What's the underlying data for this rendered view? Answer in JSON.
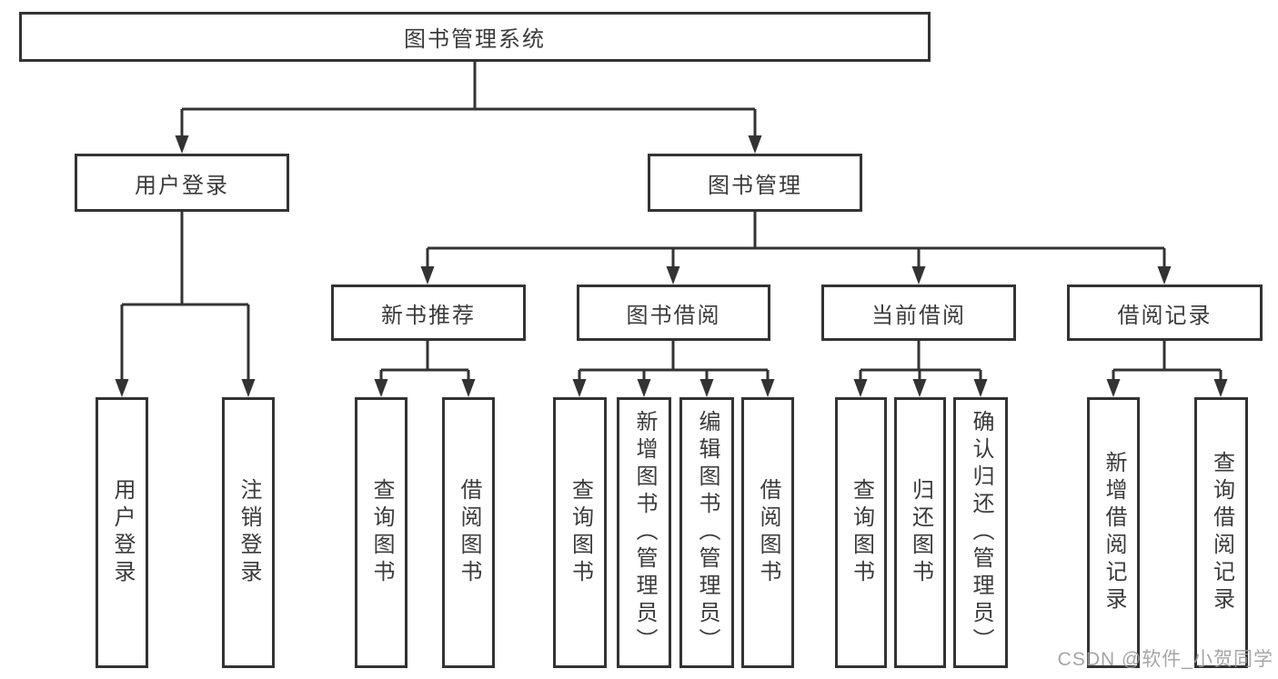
{
  "diagram": {
    "root": {
      "label": "图书管理系统"
    },
    "level2": {
      "user_login": {
        "label": "用户登录"
      },
      "book_management": {
        "label": "图书管理"
      }
    },
    "level3": {
      "new_book_recommendation": {
        "label": "新书推荐"
      },
      "book_borrowing": {
        "label": "图书借阅"
      },
      "current_borrowing": {
        "label": "当前借阅"
      },
      "borrowing_records": {
        "label": "借阅记录"
      }
    },
    "leaves": {
      "user_login": {
        "label": "用户登录"
      },
      "logout": {
        "label": "注销登录"
      },
      "recommend_query_books": {
        "label": "查询图书"
      },
      "recommend_borrow_books": {
        "label": "借阅图书"
      },
      "borrow_query_books": {
        "label": "查询图书"
      },
      "borrow_add_books_admin": {
        "label": "新增图书（管理员）"
      },
      "borrow_edit_books_admin": {
        "label": "编辑图书（管理员）"
      },
      "borrow_borrow_books": {
        "label": "借阅图书"
      },
      "current_query_books": {
        "label": "查询图书"
      },
      "current_return_books": {
        "label": "归还图书"
      },
      "current_confirm_return_admin": {
        "label": "确认归还（管理员）"
      },
      "records_add_record": {
        "label": "新增借阅记录"
      },
      "records_query_record": {
        "label": "查询借阅记录"
      }
    },
    "watermark": "CSDN @软件_小贺同学",
    "colors": {
      "line": "#333333",
      "box_border": "#333333",
      "text": "#3b3b3b",
      "watermark": "#9b9b9b",
      "background": "#ffffff"
    }
  }
}
